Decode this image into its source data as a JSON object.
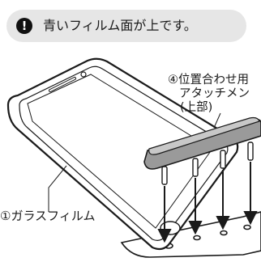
{
  "notice": {
    "icon": "exclamation-icon",
    "text": "青いフィルム面が上です。"
  },
  "labels": {
    "attachment_line1": "④位置合わせ用",
    "attachment_line2": "アタッチメン",
    "attachment_line3": "(上部)",
    "glass_film": "①ガラスフィルム"
  }
}
